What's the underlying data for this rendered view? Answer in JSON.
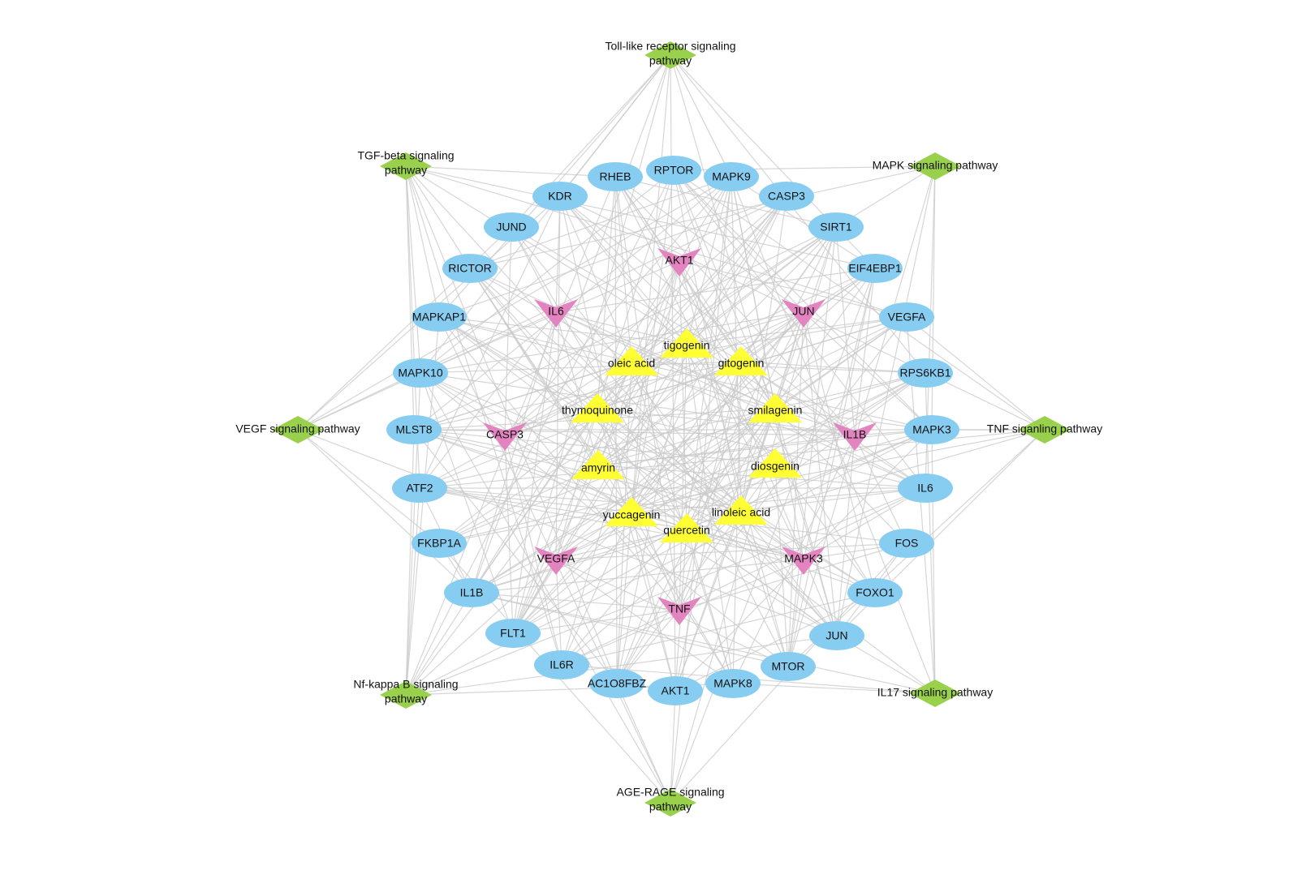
{
  "network": {
    "title": "Compound-target-pathway network",
    "colors": {
      "pathway": "#99d14d",
      "target": "#87cdf1",
      "hub_target": "#e384c1",
      "compound": "#ffff33",
      "edge": "#c8c8c8"
    },
    "pathways": [
      {
        "id": "toll",
        "label": "Toll-like receptor signaling pathway",
        "lines": [
          "Toll-like receptor signaling",
          "pathway"
        ]
      },
      {
        "id": "tgf",
        "label": "TGF-beta signaling pathway",
        "lines": [
          "TGF-beta signaling",
          "pathway"
        ]
      },
      {
        "id": "mapk",
        "label": "MAPK signaling pathway",
        "lines": [
          "MAPK signaling pathway"
        ]
      },
      {
        "id": "vegf",
        "label": "VEGF signaling pathway",
        "lines": [
          "VEGF signaling pathway"
        ]
      },
      {
        "id": "tnf",
        "label": "TNF siganling pathway",
        "lines": [
          "TNF siganling pathway"
        ]
      },
      {
        "id": "nfkb",
        "label": "Nf-kappa B signaling pathway",
        "lines": [
          "Nf-kappa B signaling",
          "pathway"
        ]
      },
      {
        "id": "il17",
        "label": "IL17 signaling pathway",
        "lines": [
          "IL17 signaling pathway"
        ]
      },
      {
        "id": "age",
        "label": "AGE-RAGE signaling pathway",
        "lines": [
          "AGE-RAGE signaling",
          "pathway"
        ]
      }
    ],
    "targets": [
      "RHEB",
      "RPTOR",
      "MAPK9",
      "KDR",
      "CASP3",
      "JUND",
      "SIRT1",
      "RICTOR",
      "EIF4EBP1",
      "MAPKAP1",
      "VEGFA",
      "MAPK10",
      "RPS6KB1",
      "MLST8",
      "MAPK3",
      "ATF2",
      "IL6",
      "FKBP1A",
      "FOS",
      "IL1B",
      "FOXO1",
      "FLT1",
      "JUN",
      "IL6R",
      "MTOR",
      "AC1O8FBZ",
      "AKT1",
      "MAPK8"
    ],
    "hub_targets": [
      "AKT1",
      "IL6",
      "JUN",
      "CASP3",
      "IL1B",
      "VEGFA",
      "MAPK3",
      "TNF"
    ],
    "compounds": [
      "tigogenin",
      "oleic acid",
      "gitogenin",
      "thymoquinone",
      "smilagenin",
      "amyrin",
      "diosgenin",
      "yuccagenin",
      "linoleic acid",
      "quercetin"
    ]
  }
}
